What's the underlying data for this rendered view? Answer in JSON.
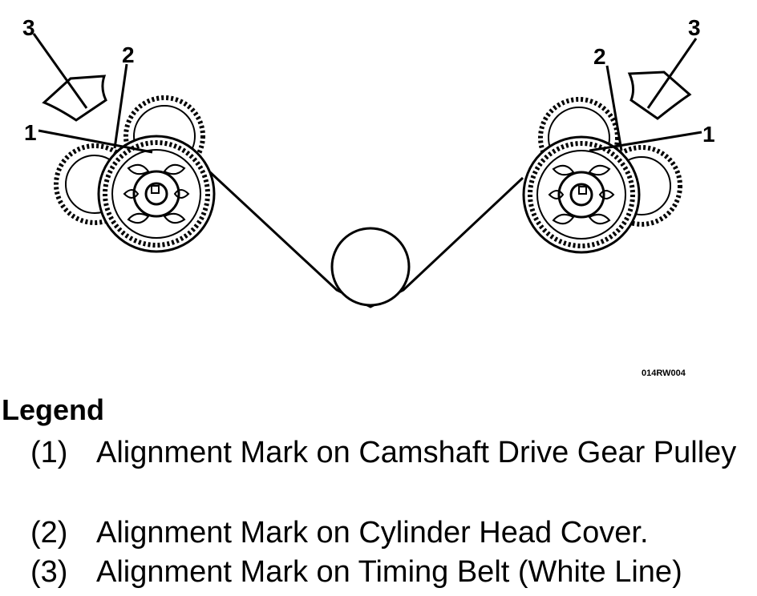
{
  "diagram": {
    "callouts": {
      "left_1": "1",
      "left_2": "2",
      "left_3": "3",
      "right_1": "1",
      "right_2": "2",
      "right_3": "3"
    },
    "figure_code": "014RW004"
  },
  "legend": {
    "title": "Legend",
    "items": [
      {
        "num": "(1)",
        "text": "Alignment Mark on Camshaft Drive Gear Pulley"
      },
      {
        "num": "(2)",
        "text": "Alignment Mark on Cylinder Head Cover."
      },
      {
        "num": "(3)",
        "text": "Alignment Mark on Timing Belt (White Line)"
      }
    ]
  },
  "colors": {
    "ink": "#000000",
    "paper": "#ffffff"
  }
}
